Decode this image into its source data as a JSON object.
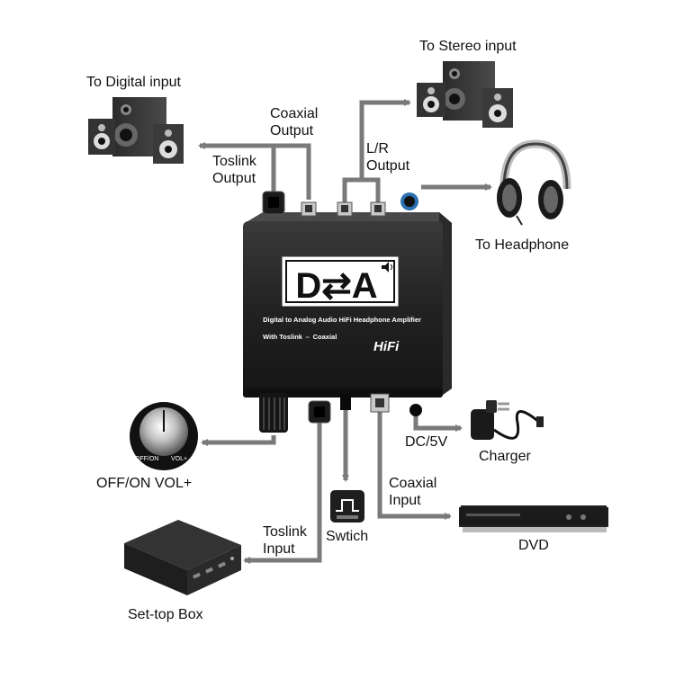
{
  "product": {
    "logo_text": "D⇄A",
    "description_line1": "Digital to Analog Audio HiFi Headphone Amplifier",
    "description_line2": "With Toslink ⇔ Coaxial",
    "badge": "HiFi"
  },
  "labels": {
    "to_digital_input": "To Digital input",
    "to_stereo_input": "To Stereo input",
    "coaxial_output": "Coaxial\nOutput",
    "toslink_output": "Toslink\nOutput",
    "lr_output": "L/R\nOutput",
    "to_headphone": "To Headphone",
    "off_on_vol": "OFF/ON  VOL+",
    "dc_5v": "DC/5V",
    "charger": "Charger",
    "coaxial_input": "Coaxial\nInput",
    "dvd": "DVD",
    "toslink_input": "Toslink\nInput",
    "switch": "Swtich",
    "set_top_box": "Set-top Box"
  },
  "knob_labels": {
    "off_on": "OFF/ON",
    "vol": "VOL+"
  },
  "colors": {
    "arrow": "#7a7a7a",
    "device_body": "#202020",
    "accent_blue": "#2c6fb0"
  },
  "icons": [
    "speaker-set-icon",
    "headphone-icon",
    "charger-icon",
    "dvd-player-icon",
    "set-top-box-icon",
    "volume-knob-icon",
    "switch-icon"
  ]
}
